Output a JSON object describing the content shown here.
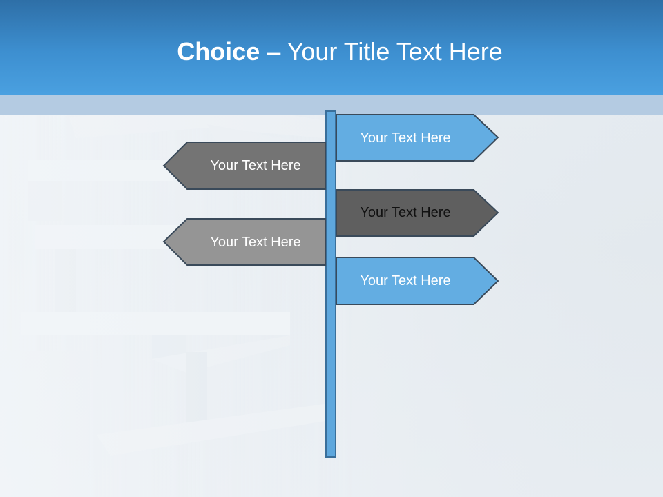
{
  "title": {
    "bold": "Choice",
    "rest": " – Your Title Text Here"
  },
  "signs": [
    {
      "label": "Your Text Here",
      "direction": "right",
      "fill": "#63ade2",
      "text_color": "#ffffff"
    },
    {
      "label": "Your Text Here",
      "direction": "left",
      "fill": "#747474",
      "text_color": "#ffffff"
    },
    {
      "label": "Your Text Here",
      "direction": "right",
      "fill": "#5f5f5f",
      "text_color": "#111111"
    },
    {
      "label": "Your Text Here",
      "direction": "left",
      "fill": "#959595",
      "text_color": "#ffffff"
    },
    {
      "label": "Your Text Here",
      "direction": "right",
      "fill": "#63ade2",
      "text_color": "#ffffff"
    }
  ],
  "colors": {
    "title_bar": "#3d8fd0",
    "post": "#5ea7dd",
    "outline": "#3a4a5a"
  }
}
